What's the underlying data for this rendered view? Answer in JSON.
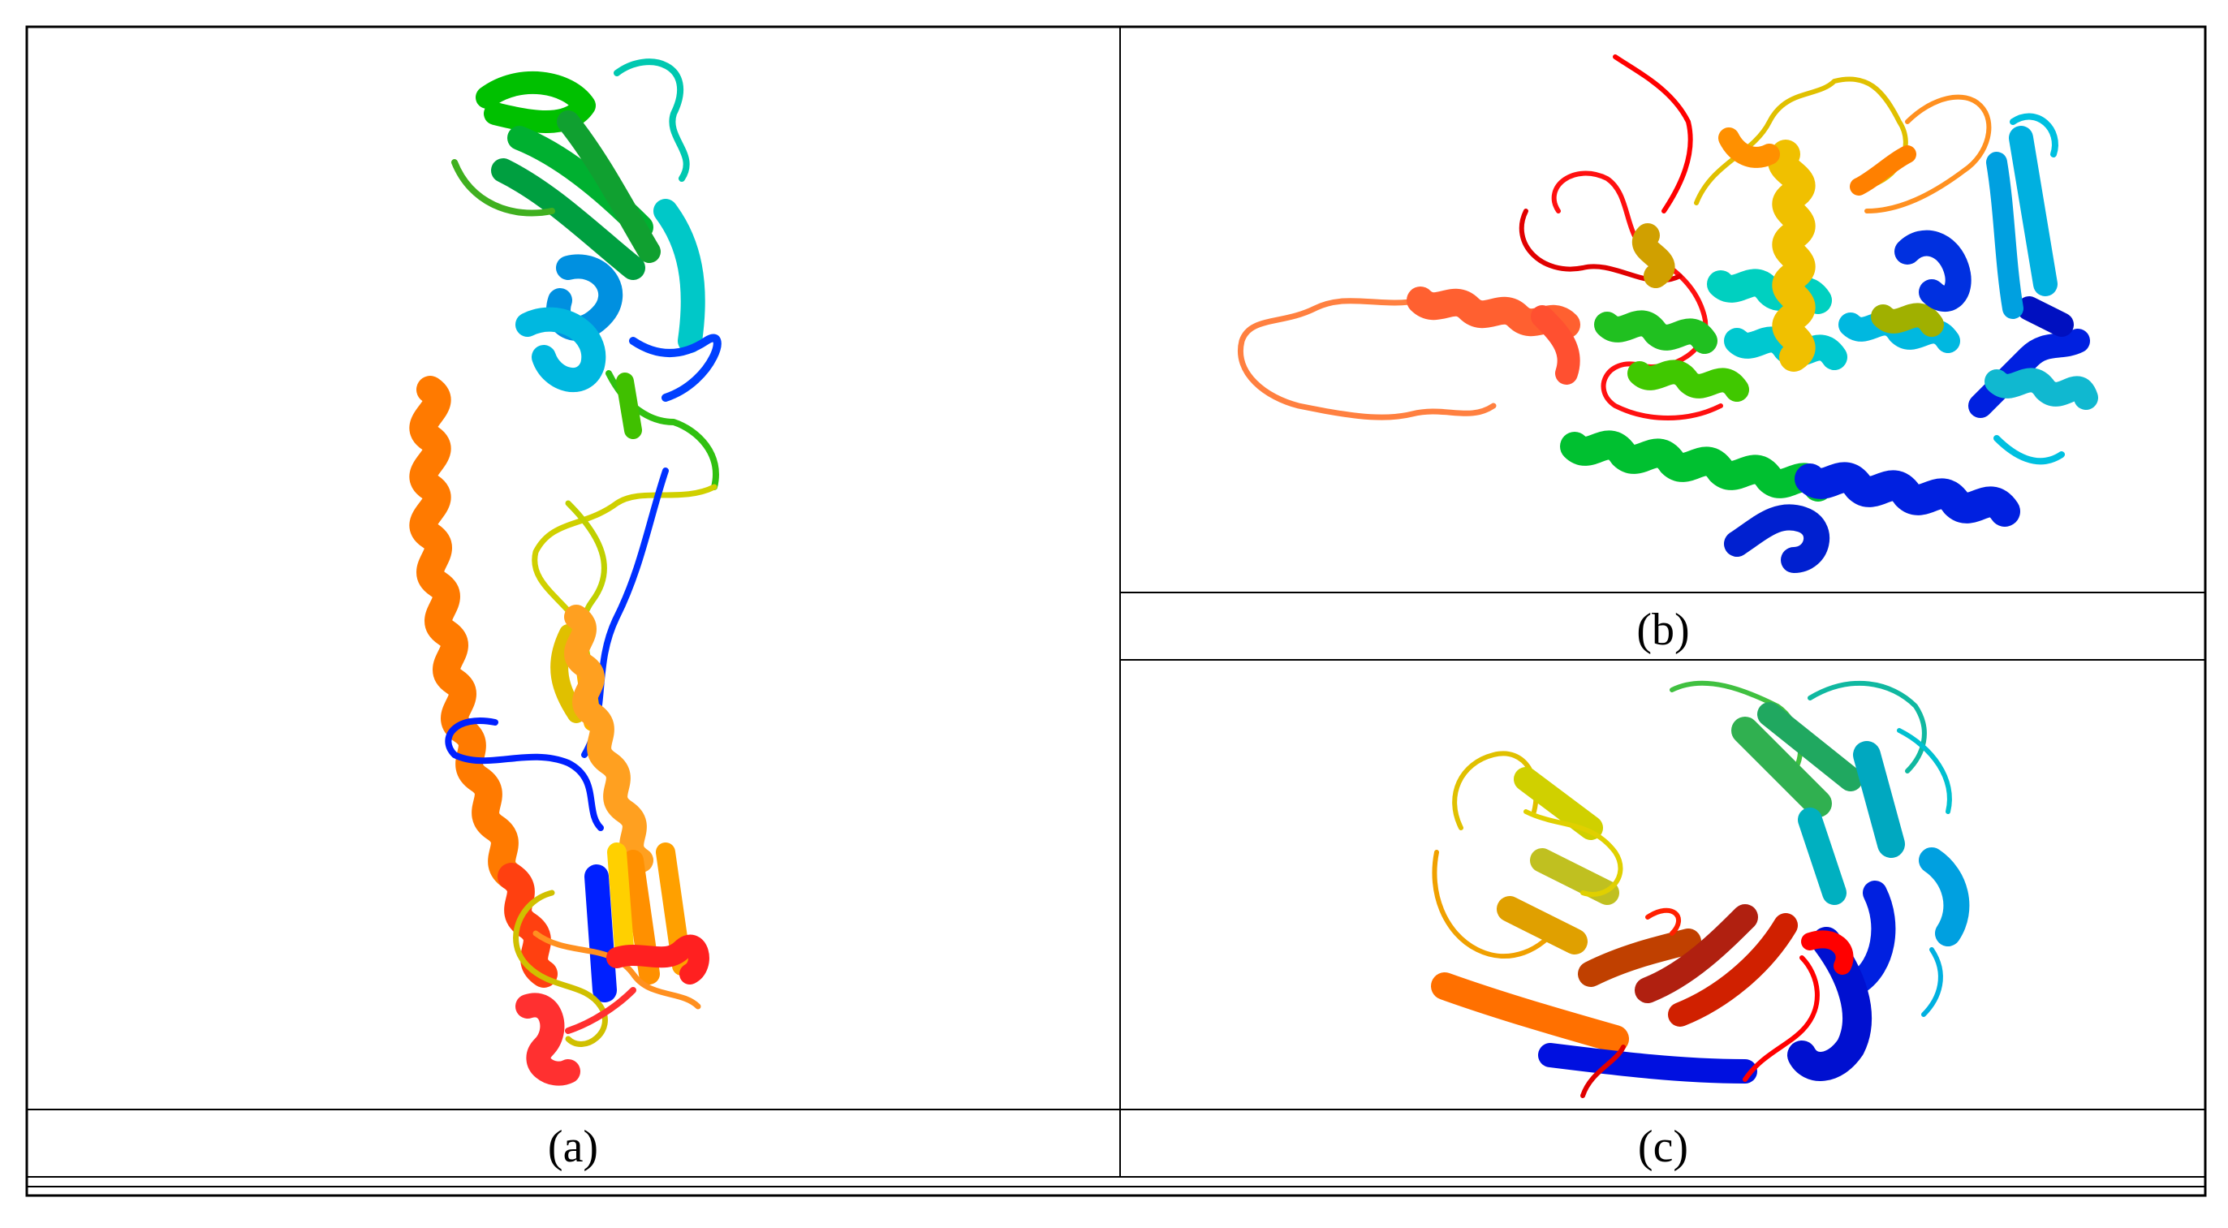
{
  "panels": [
    {
      "id": "a",
      "label": "(a)"
    },
    {
      "id": "b",
      "label": "(b)"
    },
    {
      "id": "c",
      "label": "(c)"
    }
  ],
  "colors": {
    "border": "#000000",
    "background": "#ffffff",
    "ribbon_spectrum": [
      "#0000ff",
      "#00bfff",
      "#00d0c8",
      "#00c000",
      "#80d000",
      "#e0e000",
      "#ffc000",
      "#ff8000",
      "#ff4000",
      "#ff0000"
    ]
  }
}
